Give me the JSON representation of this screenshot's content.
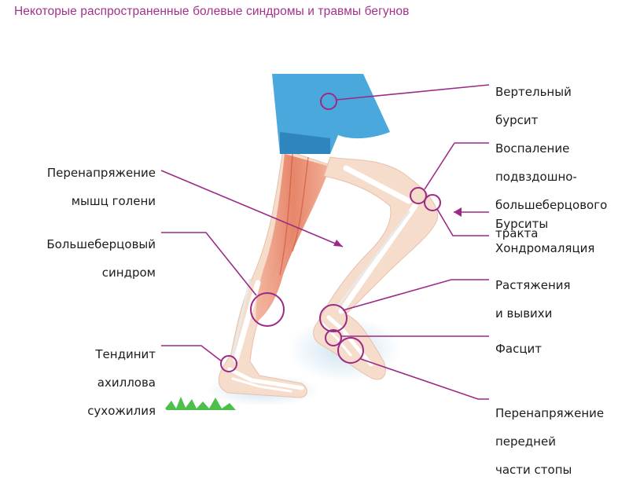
{
  "title": "Некоторые распространенные болевые синдромы и травмы бегунов",
  "labels": {
    "trochanteric": [
      "Вертельный",
      "бурсит"
    ],
    "itband": [
      "Воспаление",
      "подвздошно-",
      "большеберцового",
      "тракта"
    ],
    "bursitis": [
      "Бурситы"
    ],
    "chondro": [
      "Хондромаляция"
    ],
    "sprains": [
      "Растяжения",
      "и вывихи"
    ],
    "fasciitis": [
      "Фасцит"
    ],
    "forefoot": [
      "Перенапряжение",
      "передней",
      "части стопы"
    ],
    "calf": [
      "Перенапряжение",
      "мышц голени"
    ],
    "shin": [
      "Большеберцовый",
      "синдром"
    ],
    "achilles": [
      "Тендинит",
      "ахиллова",
      "сухожилия"
    ]
  },
  "colors": {
    "accent": "#9b2a86",
    "shorts": "#4aa8dc",
    "skin": "#f6dccb",
    "muscle": "#e98569",
    "bone": "#ffffff",
    "grass": "#4cc04a"
  }
}
